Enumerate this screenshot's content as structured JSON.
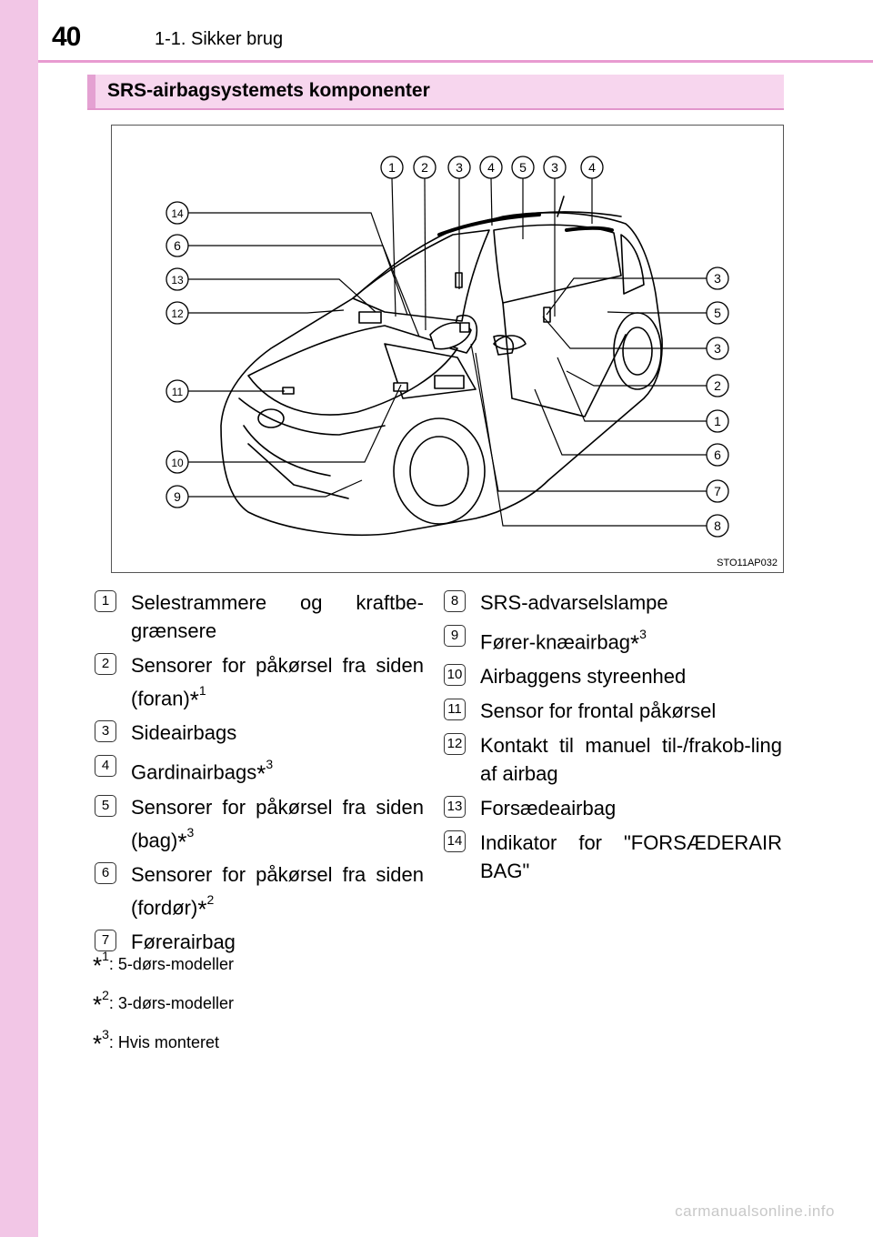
{
  "page": {
    "number": "40",
    "running_head": "1-1. Sikker brug"
  },
  "section": {
    "title": "SRS-airbagsystemets komponenter"
  },
  "figure": {
    "id": "STO11AP032",
    "top_callouts": [
      "1",
      "2",
      "3",
      "4",
      "5",
      "3",
      "4"
    ],
    "left_callouts": [
      "14",
      "6",
      "13",
      "12",
      "11",
      "10",
      "9"
    ],
    "right_callouts": [
      "3",
      "5",
      "3",
      "2",
      "1",
      "6",
      "7",
      "8"
    ]
  },
  "legend": [
    {
      "num": "1",
      "text": "Selestrammere og kraftbe-grænsere",
      "note": ""
    },
    {
      "num": "2",
      "text": "Sensorer for påkørsel fra siden (foran)",
      "note": "1"
    },
    {
      "num": "3",
      "text": "Sideairbags",
      "note": ""
    },
    {
      "num": "4",
      "text": "Gardinairbags",
      "note": "3"
    },
    {
      "num": "5",
      "text": "Sensorer for påkørsel fra siden (bag)",
      "note": "3"
    },
    {
      "num": "6",
      "text": "Sensorer for påkørsel fra siden (fordør)",
      "note": "2"
    },
    {
      "num": "7",
      "text": "Førerairbag",
      "note": ""
    },
    {
      "num": "8",
      "text": "SRS-advarselslampe",
      "note": ""
    },
    {
      "num": "9",
      "text": "Fører-knæairbag",
      "note": "3"
    },
    {
      "num": "10",
      "text": "Airbaggens styreenhed",
      "note": ""
    },
    {
      "num": "11",
      "text": "Sensor for frontal påkørsel",
      "note": ""
    },
    {
      "num": "12",
      "text": "Kontakt til manuel til-/frakob-ling af airbag",
      "note": ""
    },
    {
      "num": "13",
      "text": "Forsædeairbag",
      "note": ""
    },
    {
      "num": "14",
      "text": "Indikator for \"FORSÆDERAIR BAG\"",
      "note": ""
    }
  ],
  "footnotes": [
    {
      "mark": "1",
      "text": ": 5-dørs-modeller"
    },
    {
      "mark": "2",
      "text": ": 3-dørs-modeller"
    },
    {
      "mark": "3",
      "text": ": Hvis monteret"
    }
  ],
  "watermark": "carmanualsonline.info",
  "colors": {
    "accent": "#e89bd0",
    "side_strip": "#f2c6e6",
    "section_bg": "#f7d6ee"
  }
}
